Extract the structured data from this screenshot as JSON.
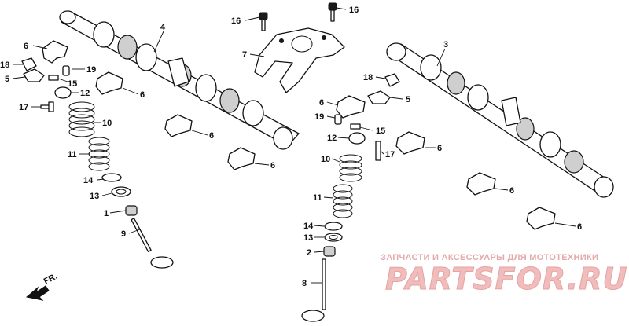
{
  "callouts_left": {
    "c4": "4",
    "c6a": "6",
    "c18": "18",
    "c5": "5",
    "c19": "19",
    "c15": "15",
    "c12": "12",
    "c6b": "6",
    "c17": "17",
    "c10": "10",
    "c6c": "6",
    "c11": "11",
    "c6d": "6",
    "c14": "14",
    "c13": "13",
    "c1": "1",
    "c9": "9"
  },
  "callouts_top": {
    "c16a": "16",
    "c16b": "16",
    "c7": "7"
  },
  "callouts_right": {
    "c3": "3",
    "c18": "18",
    "c5": "5",
    "c6a": "6",
    "c19": "19",
    "c15": "15",
    "c12": "12",
    "c6b": "6",
    "c17": "17",
    "c10": "10",
    "c6c": "6",
    "c11": "11",
    "c6d": "6",
    "c14": "14",
    "c13": "13",
    "c2": "2",
    "c8": "8"
  },
  "direction_label": "FR.",
  "watermark": {
    "caption": "ЗАПЧАСТИ И АКСЕССУАРЫ ДЛЯ МОТОТЕХНИКИ",
    "logo": "PARTSFOR.RU",
    "color_main": "#f3c2c2",
    "color_accent": "#eaa7a7"
  }
}
